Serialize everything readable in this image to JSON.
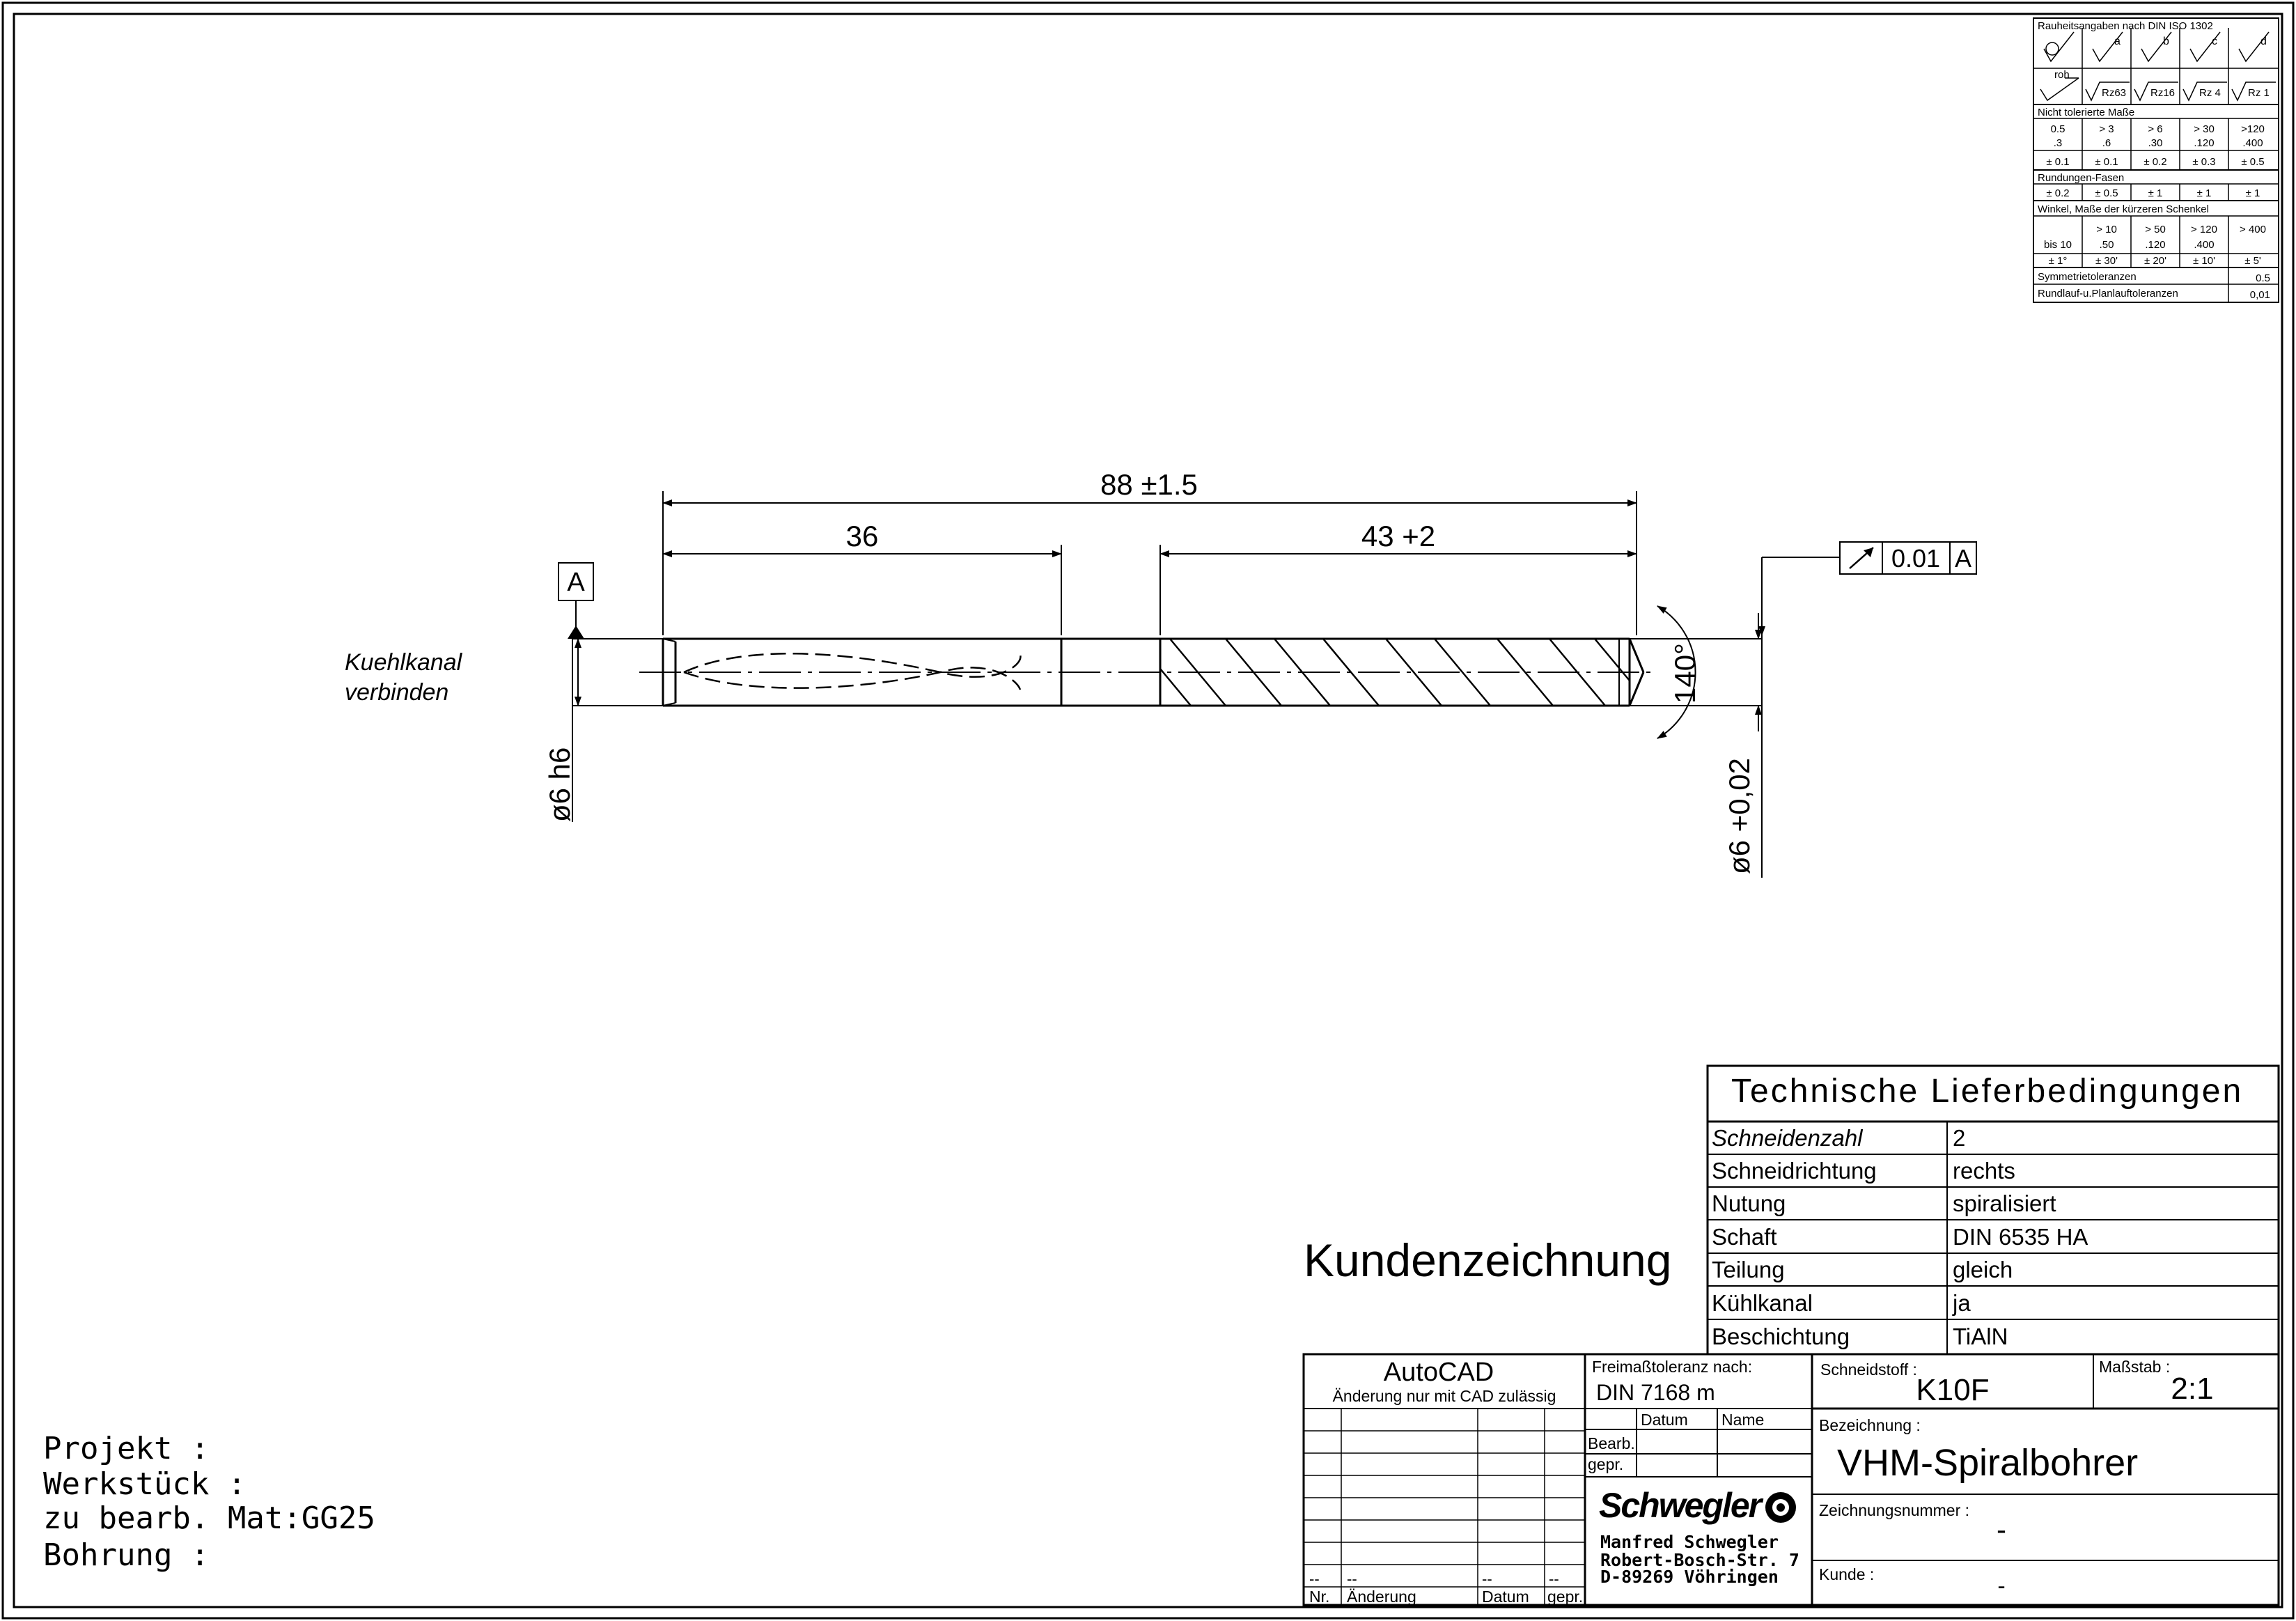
{
  "roughness": {
    "title": "Rauheitsangaben nach DIN ISO 1302",
    "letters": [
      "a",
      "b",
      "c",
      "d"
    ],
    "roh": "roh",
    "values": [
      "Rz63",
      "Rz16",
      "Rz 4",
      "Rz 1"
    ]
  },
  "tolerances": {
    "untoleranced_title": "Nicht tolerierte Maße",
    "ranges_top": [
      "0.5",
      "> 3",
      "> 6",
      "> 30",
      ">120"
    ],
    "ranges_bottom": [
      ".3",
      ".6",
      ".30",
      ".120",
      ".400"
    ],
    "values": [
      "± 0.1",
      "± 0.1",
      "± 0.2",
      "± 0.3",
      "± 0.5"
    ],
    "chamfer_title": "Rundungen-Fasen",
    "chamfer_values": [
      "± 0.2",
      "± 0.5",
      "± 1",
      "± 1",
      "± 1"
    ],
    "angle_title": "Winkel, Maße der kürzeren Schenkel",
    "angle_ranges_top": [
      "",
      "> 10",
      "> 50",
      "> 120",
      "> 400"
    ],
    "angle_ranges_bottom": [
      "bis 10",
      ".50",
      ".120",
      ".400",
      ""
    ],
    "angle_values": [
      "± 1°",
      "± 30'",
      "± 20'",
      "± 10'",
      "± 5'"
    ],
    "symmetry_label": "Symmetrietoleranzen",
    "symmetry_value": "0.5",
    "runout_label": "Rundlauf-u.Planlauftoleranzen",
    "runout_value": "0,01"
  },
  "drawing": {
    "dim_total": "88 ±1.5",
    "dim_shank": "36",
    "dim_flute": "43 +2",
    "datum": "A",
    "shank_dia": "ø6 h6",
    "tip_dia": "ø6 +0,02",
    "tip_angle": "140°",
    "runout_value": "0.01",
    "runout_datum": "A",
    "note_line1": "Kuehlkanal",
    "note_line2": "verbinden"
  },
  "project": {
    "line1": "Projekt :",
    "line2": "Werkstück :",
    "line3": "zu bearb. Mat:GG25",
    "line4": "Bohrung :"
  },
  "customer_drawing": "Kundenzeichnung",
  "delivery": {
    "title": "Technische Lieferbedingungen",
    "rows": [
      {
        "label": "Schneidenzahl",
        "value": "2"
      },
      {
        "label": "Schneidrichtung",
        "value": "rechts"
      },
      {
        "label": "Nutung",
        "value": "spiralisiert"
      },
      {
        "label": "Schaft",
        "value": "DIN 6535 HA"
      },
      {
        "label": "Teilung",
        "value": "gleich"
      },
      {
        "label": "Kühlkanal",
        "value": "ja"
      },
      {
        "label": "Beschichtung",
        "value": "TiAlN"
      }
    ]
  },
  "titleblock": {
    "autocad": "AutoCAD",
    "autocad_note": "Änderung nur mit CAD zulässig",
    "freimass_label": "Freimaßtoleranz nach:",
    "freimass_value": "DIN 7168 m",
    "schneidstoff_label": "Schneidstoff :",
    "schneidstoff_value": "K10F",
    "massstab_label": "Maßstab :",
    "massstab_value": "2:1",
    "datum_header": "Datum",
    "name_header": "Name",
    "bearb": "Bearb.",
    "gepr": "gepr.",
    "bezeichnung_label": "Bezeichnung :",
    "bezeichnung_value": "VHM-Spiralbohrer",
    "zeichnungsnummer_label": "Zeichnungsnummer :",
    "zeichnungsnummer_value": "-",
    "kunde_label": "Kunde :",
    "kunde_value": "-",
    "company_logo": "Schwegler",
    "company_name": "Manfred Schwegler",
    "company_street": "Robert-Bosch-Str. 7",
    "company_city": "D-89269 Vöhringen",
    "rev_headers": [
      "Nr.",
      "Änderung",
      "Datum",
      "gepr."
    ],
    "rev_dash": "--"
  }
}
